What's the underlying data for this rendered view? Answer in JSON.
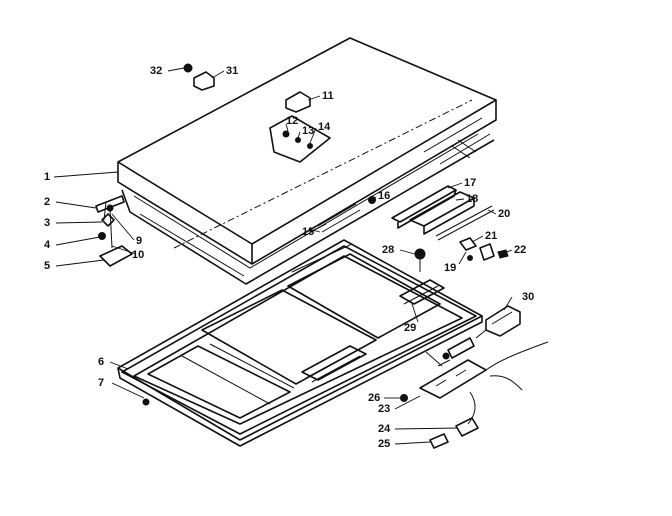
{
  "diagram": {
    "labels": [
      "1",
      "2",
      "3",
      "4",
      "5",
      "6",
      "7",
      "9",
      "10",
      "11",
      "12",
      "13",
      "14",
      "15",
      "16",
      "17",
      "18",
      "19",
      "20",
      "21",
      "22",
      "23",
      "24",
      "25",
      "26",
      "28",
      "29",
      "30",
      "31",
      "32"
    ]
  }
}
